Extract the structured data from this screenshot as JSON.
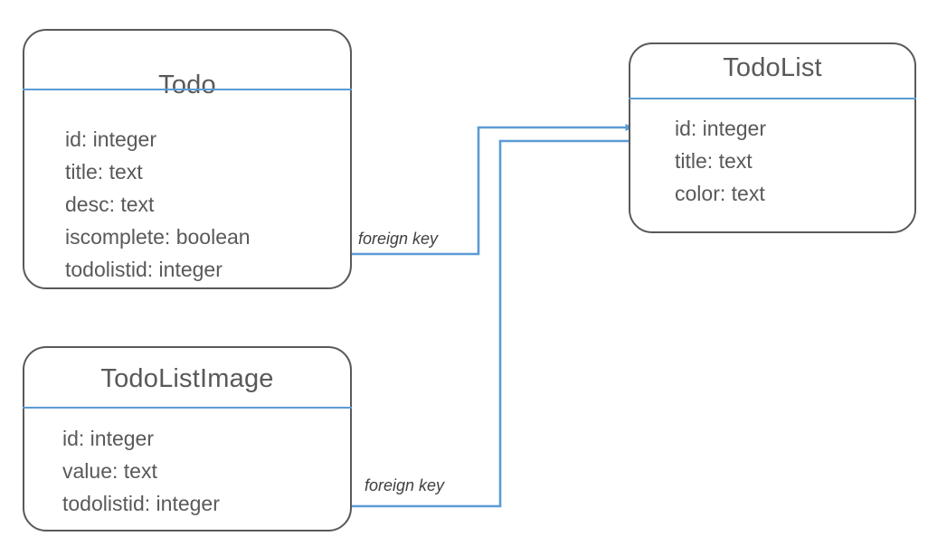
{
  "diagram": {
    "type": "entity-relationship-diagram",
    "colors": {
      "entity_border": "#595959",
      "entity_fill": "#ffffff",
      "header_divider": "#5b9bd5",
      "connector": "#5b9bd5",
      "text": "#595959",
      "label_text": "#404040"
    }
  },
  "entities": [
    {
      "name": "Todo",
      "fields": [
        "id: integer",
        "title: text",
        "desc: text",
        "iscomplete: boolean",
        "todolistid: integer"
      ]
    },
    {
      "name": "TodoListImage",
      "fields": [
        "id: integer",
        "value: text",
        "todolistid: integer"
      ]
    },
    {
      "name": "TodoList",
      "fields": [
        "id: integer",
        "title: text",
        "color: text"
      ]
    }
  ],
  "relationships": [
    {
      "label": "foreign key",
      "from": "Todo.todolistid",
      "to": "TodoList.id"
    },
    {
      "label": "foreign key",
      "from": "TodoListImage.todolistid",
      "to": "TodoList.id"
    }
  ]
}
